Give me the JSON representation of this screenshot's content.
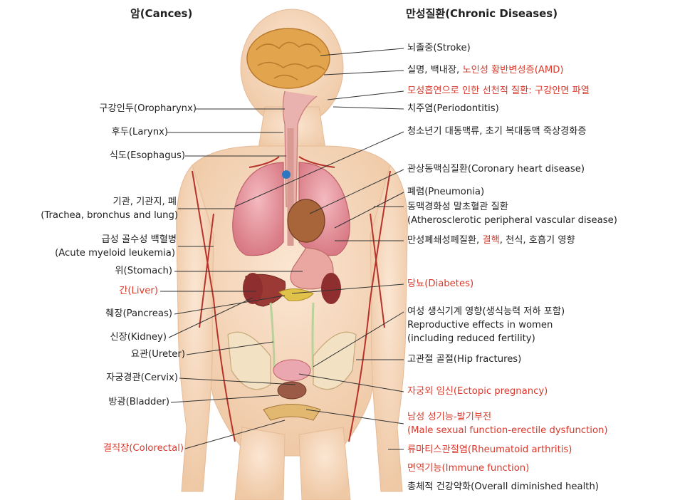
{
  "headers": {
    "cancer": "암(Cances)",
    "chronic": "만성질환(Chronic Diseases)"
  },
  "cancer_labels": [
    {
      "text": "구강인두(Oropharynx)",
      "highlight": false
    },
    {
      "text": "후두(Larynx)",
      "highlight": false
    },
    {
      "text": "식도(Esophagus)",
      "highlight": false
    },
    {
      "text": "기관, 기관지, 폐",
      "highlight": false
    },
    {
      "text": "(Trachea, bronchus and lung)",
      "highlight": false
    },
    {
      "text": "급성 골수성 백혈병",
      "highlight": false
    },
    {
      "text": "(Acute myeloid leukemia)",
      "highlight": false
    },
    {
      "text": "위(Stomach)",
      "highlight": false
    },
    {
      "text": "간(Liver)",
      "highlight": true
    },
    {
      "text": "췌장(Pancreas)",
      "highlight": false
    },
    {
      "text": "신장(Kidney)",
      "highlight": false
    },
    {
      "text": "요관(Ureter)",
      "highlight": false
    },
    {
      "text": "자궁경관(Cervix)",
      "highlight": false
    },
    {
      "text": "방광(Bladder)",
      "highlight": false
    },
    {
      "text": "결직장(Colorectal)",
      "highlight": true
    }
  ],
  "chronic_labels": [
    {
      "parts": [
        {
          "text": "뇌졸중(Stroke)",
          "highlight": false
        }
      ]
    },
    {
      "parts": [
        {
          "text": "실명, 백내장, ",
          "highlight": false
        },
        {
          "text": "노인성 황반변성증(AMD)",
          "highlight": true
        }
      ]
    },
    {
      "parts": [
        {
          "text": "모성흡연으로 인한 선천적 질환: 구강안면 파열",
          "highlight": true
        }
      ]
    },
    {
      "parts": [
        {
          "text": "치주염(Periodontitis)",
          "highlight": false
        }
      ]
    },
    {
      "parts": [
        {
          "text": "청소년기 대동맥류, 초기 복대동맥 죽상경화증",
          "highlight": false
        }
      ]
    },
    {
      "parts": [
        {
          "text": "관상동맥심질환(Coronary heart disease)",
          "highlight": false
        }
      ]
    },
    {
      "parts": [
        {
          "text": "폐렴(Pneumonia)",
          "highlight": false
        }
      ]
    },
    {
      "parts": [
        {
          "text": "동맥경화성 말초혈관 질환",
          "highlight": false
        }
      ]
    },
    {
      "parts": [
        {
          "text": "(Atherosclerotic  peripheral vascular disease)",
          "highlight": false
        }
      ]
    },
    {
      "parts": [
        {
          "text": "만성폐쇄성폐질환, ",
          "highlight": false
        },
        {
          "text": "결핵",
          "highlight": true
        },
        {
          "text": ", 천식, 호흡기 영향",
          "highlight": false
        }
      ]
    },
    {
      "parts": [
        {
          "text": "당뇨(Diabetes)",
          "highlight": true
        }
      ]
    },
    {
      "parts": [
        {
          "text": "여성 생식기계 영향(생식능력 저하 포함)",
          "highlight": false
        }
      ]
    },
    {
      "parts": [
        {
          "text": "Reproductive effects in women",
          "highlight": false
        }
      ]
    },
    {
      "parts": [
        {
          "text": "(including reduced fertility)",
          "highlight": false
        }
      ]
    },
    {
      "parts": [
        {
          "text": "고관절 골절(Hip fractures)",
          "highlight": false
        }
      ]
    },
    {
      "parts": [
        {
          "text": "자궁외 임신(Ectopic pregnancy)",
          "highlight": true
        }
      ]
    },
    {
      "parts": [
        {
          "text": "남성 성기능-발기부전",
          "highlight": true
        }
      ]
    },
    {
      "parts": [
        {
          "text": "(Male sexual function-erectile dysfunction)",
          "highlight": true
        }
      ]
    },
    {
      "parts": [
        {
          "text": "류마티스관절염(Rheumatoid arthritis)",
          "highlight": true
        }
      ]
    },
    {
      "parts": [
        {
          "text": "면역기능(Immune function)",
          "highlight": true
        }
      ]
    },
    {
      "parts": [
        {
          "text": "총체적 건강약화(Overall diminished health)",
          "highlight": false
        }
      ]
    }
  ],
  "colors": {
    "highlight": "#d8392b",
    "text": "#222222",
    "skin": "#f3d2b3",
    "artery": "#b8322a",
    "lung": "#e69aa3",
    "brain": "#e0a84c"
  },
  "icons": [
    "human-anatomy-figure"
  ]
}
